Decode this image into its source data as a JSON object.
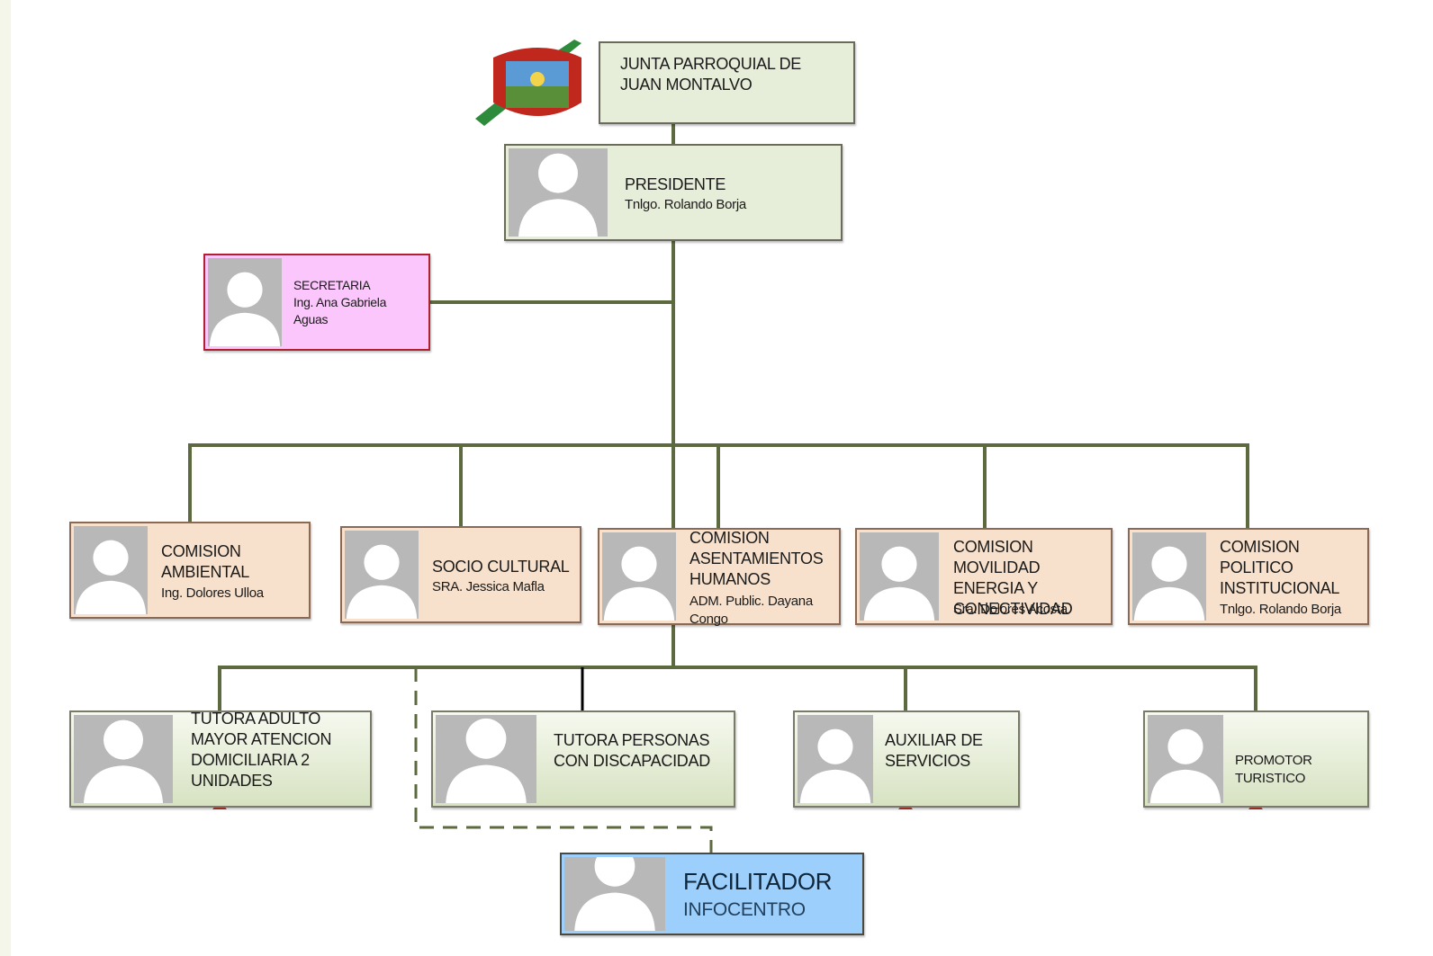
{
  "colors": {
    "connector": "#5d6a40",
    "dashed": "#5d6a40",
    "green_box": "#e6edd8",
    "peach_box": "#f8e1cc",
    "pink_box": "#fbc6fb",
    "blue_box": "#9ccffb"
  },
  "root": {
    "title": "JUNTA PARROQUIAL DE JUAN MONTALVO",
    "logo_icon": "parish-seal-icon"
  },
  "president": {
    "role": "PRESIDENTE",
    "name": "Tnlgo. Rolando Borja"
  },
  "secretary": {
    "role": "SECRETARIA",
    "name": "Ing. Ana Gabriela Aguas"
  },
  "commissions": [
    {
      "role": "COMISION AMBIENTAL",
      "name": "Ing. Dolores Ulloa"
    },
    {
      "role": "SOCIO CULTURAL",
      "name": "SRA. Jessica Mafla"
    },
    {
      "role": "COMISION ASENTAMIENTOS HUMANOS",
      "name": "ADM. Public. Dayana Congo"
    },
    {
      "role": "COMISION MOVILIDAD ENERGIA Y CONECTIVIDAD",
      "name": "Sra. Dolores Acosta"
    },
    {
      "role": "COMISION POLITICO INSTITUCIONAL",
      "name": "Tnlgo. Rolando Borja"
    }
  ],
  "staff": [
    {
      "role": "TUTORA ADULTO MAYOR ATENCION DOMICILIARIA 2 UNIDADES"
    },
    {
      "role": "TUTORA PERSONAS CON DISCAPACIDAD"
    },
    {
      "role": "AUXILIAR DE SERVICIOS"
    },
    {
      "role": "PROMOTOR TURISTICO"
    }
  ],
  "facilitator": {
    "role": "FACILITADOR",
    "name": "INFOCENTRO"
  },
  "photo_icon": "person-placeholder-icon"
}
